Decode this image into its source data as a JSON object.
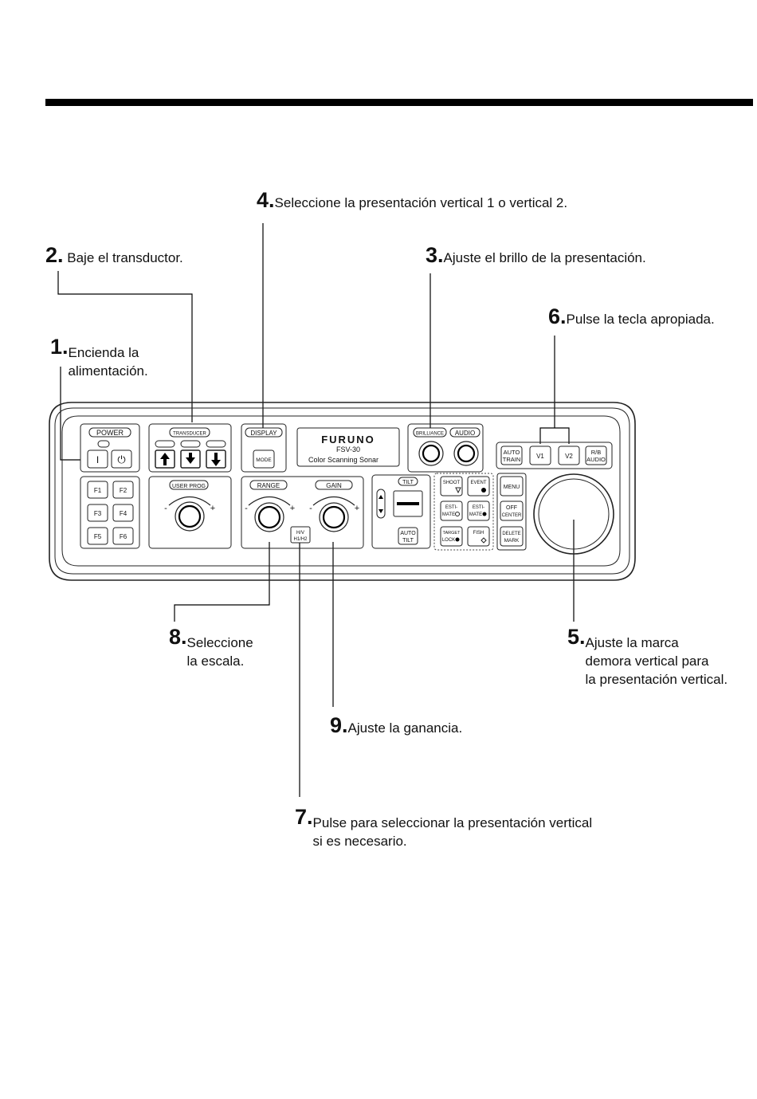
{
  "callouts": [
    {
      "num": "1.",
      "text": "Encienda la\nalimentación."
    },
    {
      "num": "2.",
      "text": " Baje el transductor."
    },
    {
      "num": "3.",
      "text": "Ajuste el brillo de la presentación."
    },
    {
      "num": "4.",
      "text": "Seleccione la presentación vertical 1 o vertical 2."
    },
    {
      "num": "5.",
      "text": "Ajuste la marca\ndemora vertical para\nla presentación vertical."
    },
    {
      "num": "6.",
      "text": "Pulse la tecla apropiada."
    },
    {
      "num": "7.",
      "text": "Pulse para seleccionar la presentación vertical\nsi es necesario."
    },
    {
      "num": "8.",
      "text": "Seleccione\nla escala."
    },
    {
      "num": "9.",
      "text": "Ajuste la ganancia."
    }
  ],
  "panel": {
    "power": "POWER",
    "on": "I",
    "standby": "⏻",
    "transducer": "TRANSDUCER",
    "display": "DISPLAY",
    "mode": "MODE",
    "brand": "FURUNO",
    "model": "FSV-30",
    "product": "Color Scanning Sonar",
    "brilliance": "BRILLIANCE",
    "audio": "AUDIO",
    "auto": "AUTO",
    "train": "TRAIN",
    "v1": "V1",
    "v2": "V2",
    "rb": "R/B",
    "rb_audio": "AUDIO",
    "f1": "F1",
    "f2": "F2",
    "f3": "F3",
    "f4": "F4",
    "f5": "F5",
    "f6": "F6",
    "user_prog": "USER PROG",
    "range": "RANGE",
    "gain": "GAIN",
    "hv": "H/V",
    "h1h2": "H1/H2",
    "tilt": "TILT",
    "auto_tilt": "TILT",
    "shoot": "SHOOT",
    "event": "EVENT",
    "esti": "ESTI-",
    "mate": "MATE",
    "target": "TARGET",
    "lock": "LOCK",
    "fish": "FISH",
    "menu": "MENU",
    "off": "OFF",
    "center": "CENTER",
    "delete": "DELETE",
    "mark": "MARK",
    "minus": "-",
    "plus": "+"
  }
}
